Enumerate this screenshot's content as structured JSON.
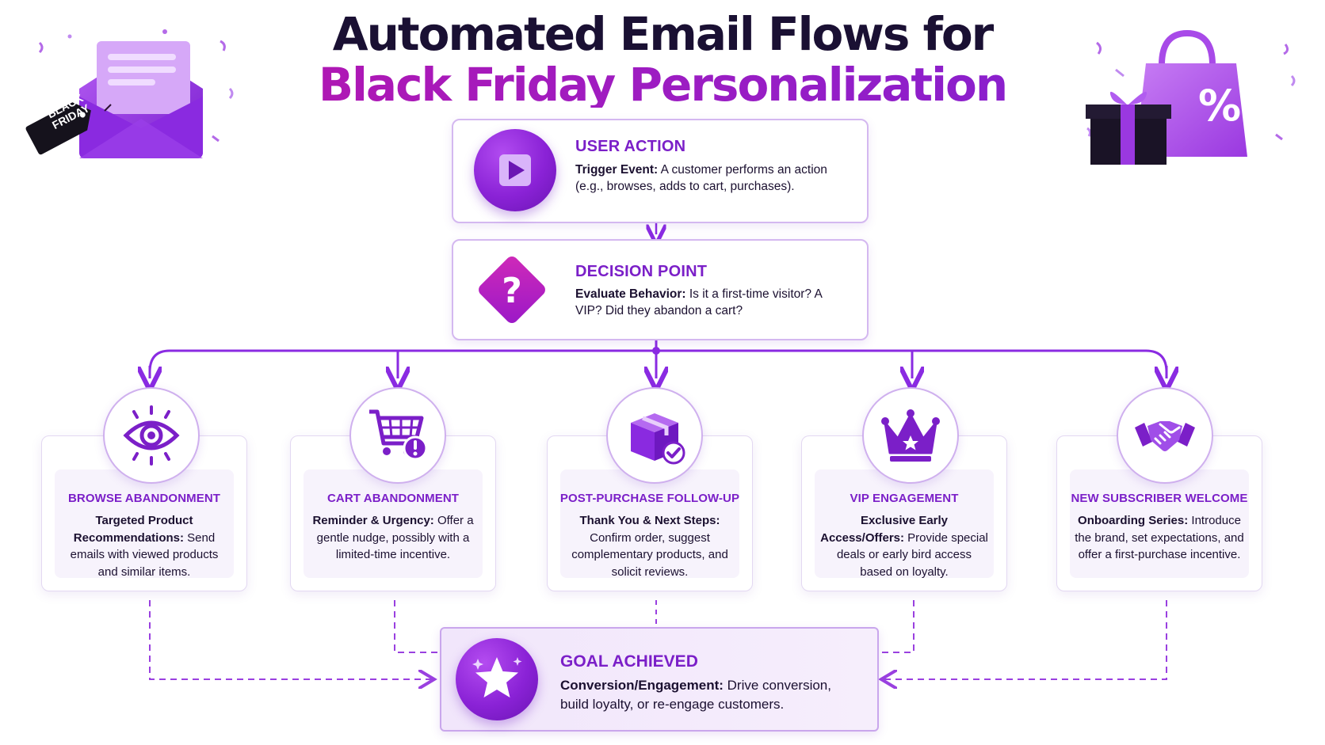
{
  "title": {
    "line1": "Automated Email Flows for",
    "line2": "Black Friday Personalization"
  },
  "decorations": {
    "left_tag_text": "BLACK FRIDAY",
    "left_tag_line1": "BLACK",
    "left_tag_line2": "FRIDAY",
    "right_bag_symbol": "%",
    "left_icon": "envelope-icon",
    "right_icon": "shopping-bag-gift-icon"
  },
  "user_action": {
    "icon": "play-icon",
    "heading": "USER ACTION",
    "label": "Trigger Event:",
    "text": " A customer performs an action (e.g., browses, adds to cart, purchases)."
  },
  "decision_point": {
    "icon": "question-diamond-icon",
    "heading": "DECISION POINT",
    "label": "Evaluate Behavior:",
    "text": " Is it a first-time visitor? A VIP? Did they abandon a cart?"
  },
  "flows": [
    {
      "icon": "eye-icon",
      "title": "BROWSE ABANDONMENT",
      "label": "Targeted Product Recommendations:",
      "text": " Send emails with viewed products and similar items."
    },
    {
      "icon": "cart-alert-icon",
      "title": "CART ABANDONMENT",
      "label": "Reminder & Urgency:",
      "text": " Offer a gentle nudge, possibly with a limited-time incentive."
    },
    {
      "icon": "package-check-icon",
      "title": "POST-PURCHASE FOLLOW-UP",
      "label": "Thank You & Next Steps:",
      "text": " Confirm order, suggest complementary products, and solicit reviews."
    },
    {
      "icon": "crown-icon",
      "title": "VIP ENGAGEMENT",
      "label": "Exclusive Early Access/Offers:",
      "text": " Provide special deals or early bird access based on loyalty."
    },
    {
      "icon": "handshake-icon",
      "title": "NEW SUBSCRIBER WELCOME",
      "label": "Onboarding Series:",
      "text": " Introduce the brand, set expectations, and offer a first-purchase incentive."
    }
  ],
  "goal": {
    "icon": "star-icon",
    "heading": "GOAL ACHIEVED",
    "label": "Conversion/Engagement:",
    "text": " Drive conversion, build loyalty, or re-engage customers."
  },
  "colors": {
    "primary_purple": "#7b1fc8",
    "magenta": "#c012a6",
    "dark_navy": "#1a1033",
    "connector": "#8a2be2"
  }
}
